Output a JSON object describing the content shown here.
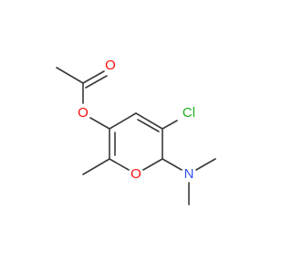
{
  "molecule": {
    "atoms": {
      "carbonyl_oxygen": {
        "symbol": "O",
        "color": "#ff0d0d"
      },
      "ester_oxygen": {
        "symbol": "O",
        "color": "#ff0d0d"
      },
      "chlorine": {
        "symbol": "Cl",
        "color": "#1fb01f"
      },
      "ring_oxygen": {
        "symbol": "O",
        "color": "#ff0d0d"
      },
      "nitrogen": {
        "symbol": "N",
        "color": "#3050f8"
      }
    },
    "bond_color": "#3a3a3a"
  }
}
